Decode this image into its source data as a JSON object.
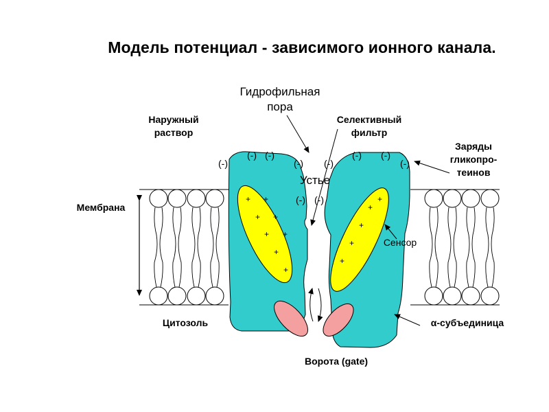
{
  "title": "Модель потенциал - зависимого ионного канала.",
  "labels": {
    "outer_solution": [
      "Наружный",
      "раствор"
    ],
    "hydrophilic_pore": [
      "Гидрофильная",
      "пора"
    ],
    "selective_filter": [
      "Селективный",
      "фильтр"
    ],
    "glycoprotein_charges": [
      "Заряды",
      "гликопро-",
      "теинов"
    ],
    "mouth": "Устье",
    "membrane": "Мембрана",
    "sensor": "Сенсор",
    "cytosol": "Цитозоль",
    "alpha_subunit": "α-субъединица",
    "gate": "Ворота (gate)"
  },
  "charges": {
    "negative": "(-)",
    "positive": "+"
  },
  "colors": {
    "protein": "#33cccc",
    "sensor": "#ffff00",
    "gate": "#f4a0a0",
    "membrane_line": "#000000"
  }
}
